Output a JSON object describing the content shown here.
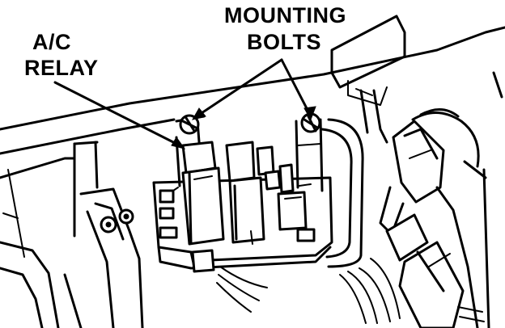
{
  "labels": {
    "ac_relay_line1": "A/C",
    "ac_relay_line2": "RELAY",
    "mounting_line1": "MOUNTING",
    "mounting_line2": "BOLTS"
  }
}
